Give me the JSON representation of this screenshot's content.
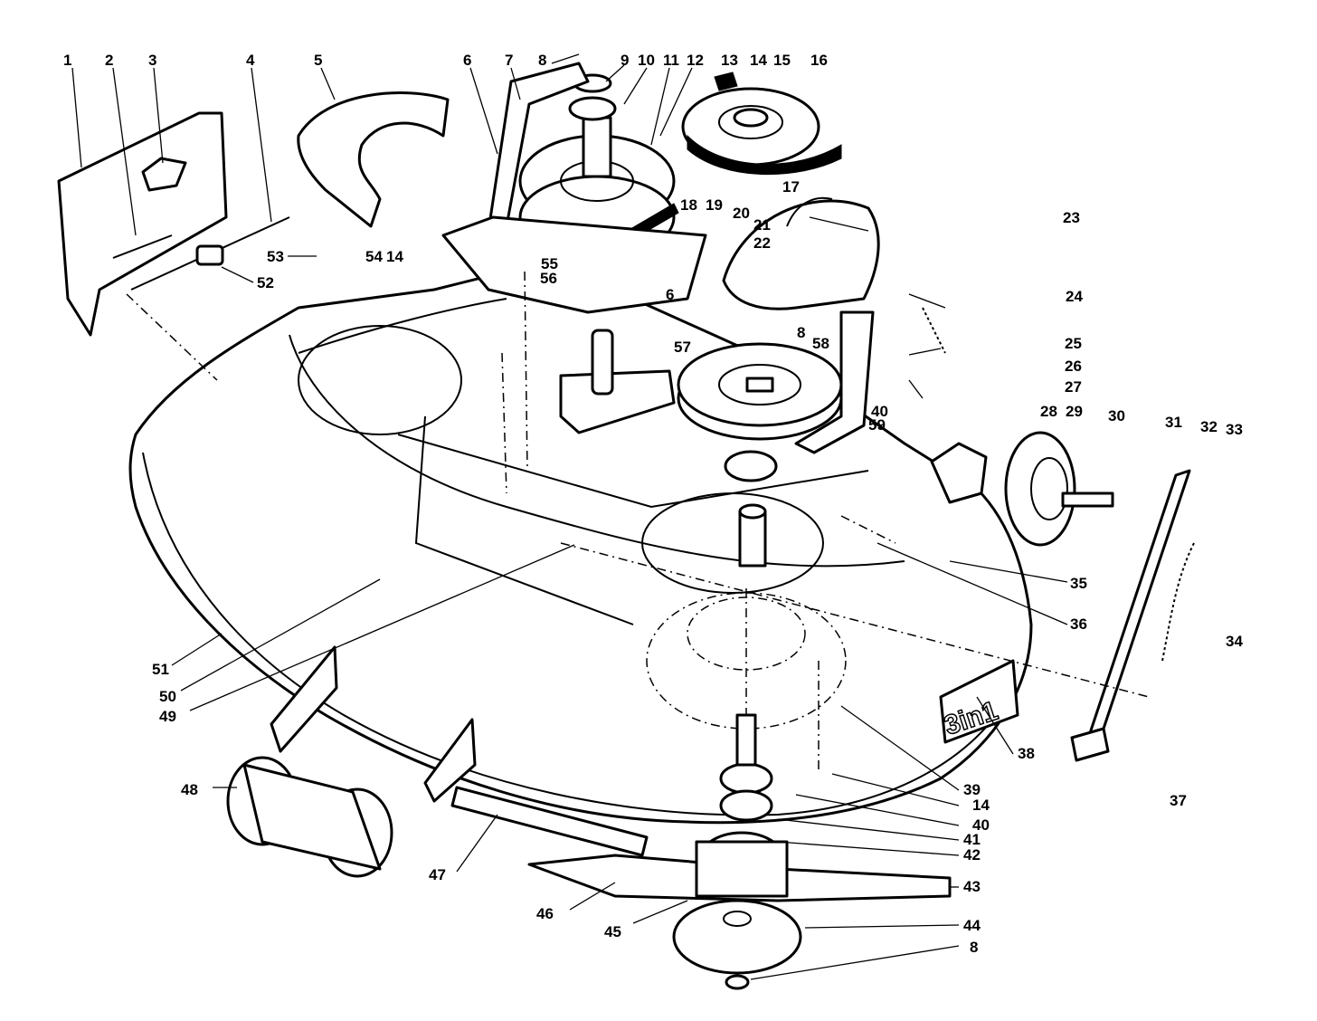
{
  "diagram": {
    "decal_text": "3in1",
    "callouts": [
      "1",
      "2",
      "3",
      "4",
      "5",
      "6",
      "7",
      "8",
      "9",
      "10",
      "11",
      "12",
      "13",
      "14",
      "15",
      "16",
      "17",
      "18",
      "19",
      "20",
      "21",
      "22",
      "23",
      "24",
      "25",
      "26",
      "27",
      "28",
      "29",
      "30",
      "31",
      "32",
      "33",
      "34",
      "35",
      "36",
      "37",
      "38",
      "39",
      "40",
      "41",
      "42",
      "43",
      "44",
      "45",
      "46",
      "47",
      "48",
      "49",
      "50",
      "51",
      "52",
      "53",
      "54",
      "14",
      "55",
      "56",
      "6",
      "57",
      "8",
      "58",
      "40",
      "59",
      "14",
      "40",
      "8"
    ]
  }
}
